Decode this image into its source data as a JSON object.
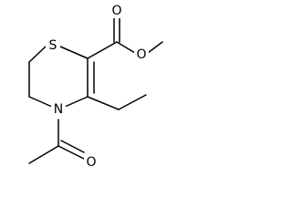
{
  "atoms": {
    "sulfur": "S",
    "nitrogen": "N",
    "carbonyl_oxygen_ester": "O",
    "ester_oxygen": "O",
    "acetyl_oxygen": "O"
  },
  "colors": {
    "bond": "#000000",
    "label": "#000000",
    "background": "#ffffff"
  }
}
